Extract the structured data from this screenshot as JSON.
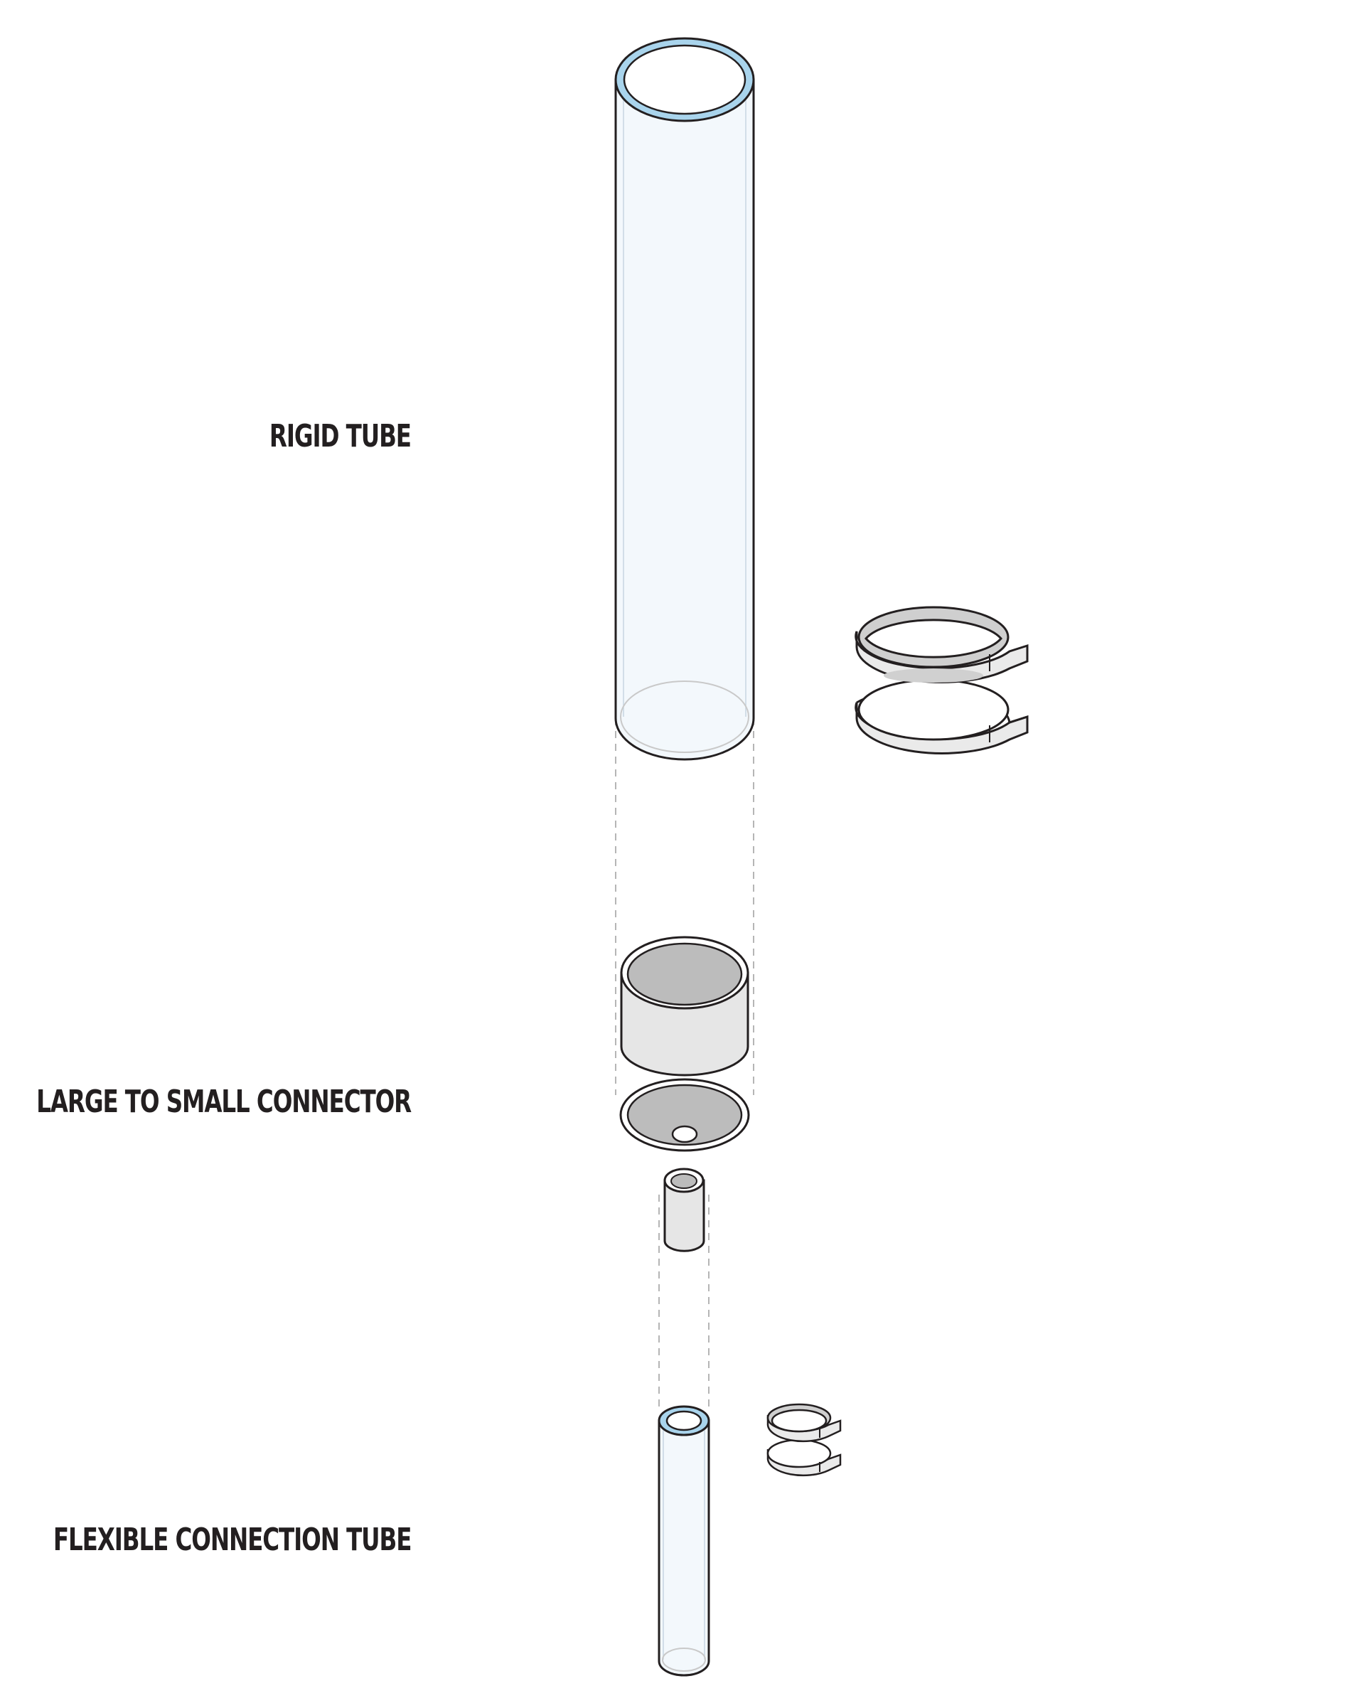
{
  "labels": {
    "rigid_tube": "RIGID TUBE",
    "connector": "LARGE TO SMALL CONNECTOR",
    "flexible_tube": "FLEXIBLE CONNECTION TUBE"
  },
  "colors": {
    "outline": "#231f20",
    "tube_fill": "#f3f8fc",
    "tube_rim": "#a9d4ec",
    "connector_fill": "#e6e6e6",
    "connector_inner": "#bcbcbc",
    "guide_line": "#b5b5b5"
  }
}
